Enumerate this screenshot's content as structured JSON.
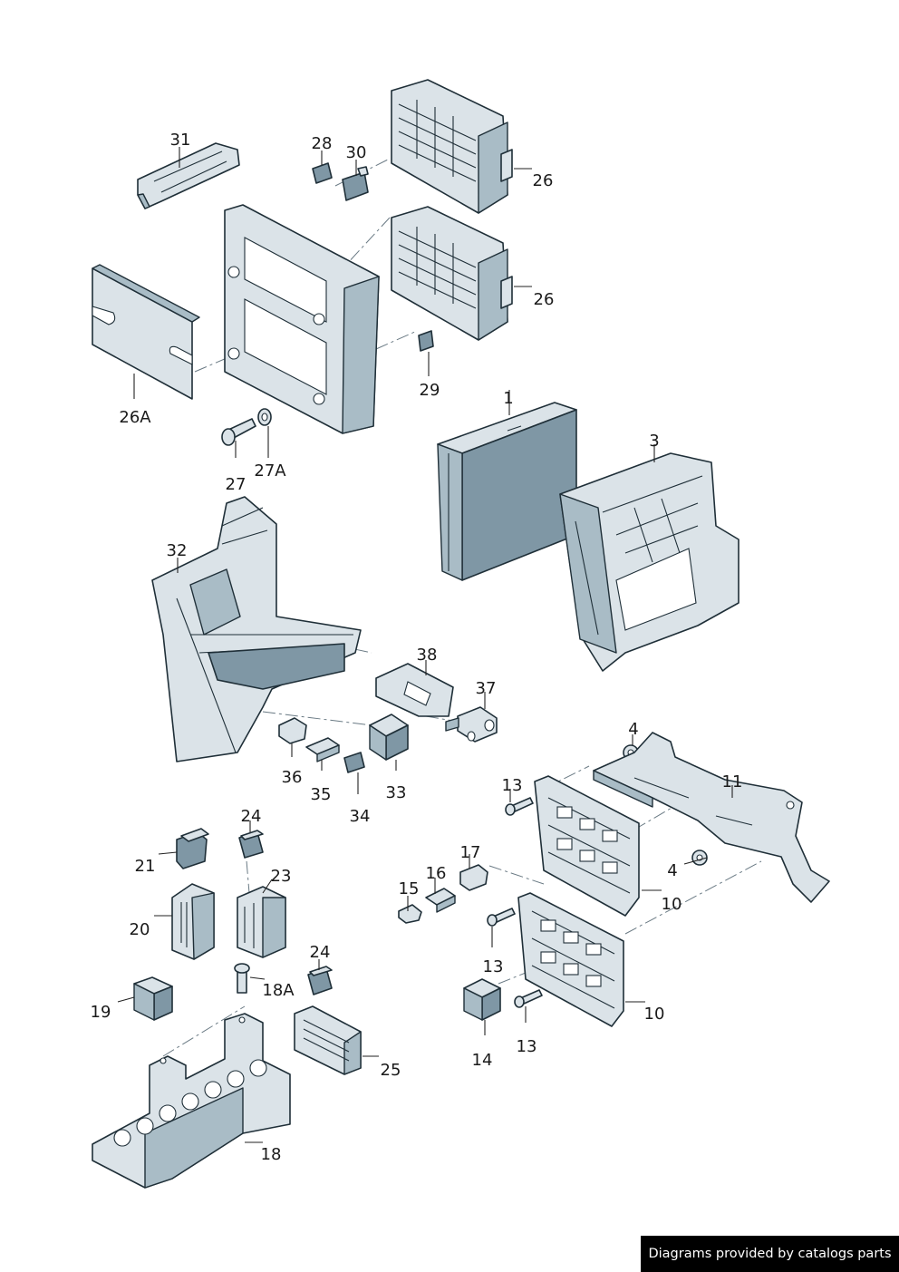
{
  "callouts": [
    {
      "id": "c31",
      "label": "31"
    },
    {
      "id": "c28",
      "label": "28"
    },
    {
      "id": "c30",
      "label": "30"
    },
    {
      "id": "c26a",
      "label": "26"
    },
    {
      "id": "c26b",
      "label": "26"
    },
    {
      "id": "c29",
      "label": "29"
    },
    {
      "id": "c26A",
      "label": "26A"
    },
    {
      "id": "c27",
      "label": "27"
    },
    {
      "id": "c27A",
      "label": "27A"
    },
    {
      "id": "c1",
      "label": "1"
    },
    {
      "id": "c3",
      "label": "3"
    },
    {
      "id": "c32",
      "label": "32"
    },
    {
      "id": "c38",
      "label": "38"
    },
    {
      "id": "c37",
      "label": "37"
    },
    {
      "id": "c36",
      "label": "36"
    },
    {
      "id": "c35",
      "label": "35"
    },
    {
      "id": "c34",
      "label": "34"
    },
    {
      "id": "c33",
      "label": "33"
    },
    {
      "id": "c4a",
      "label": "4"
    },
    {
      "id": "c11",
      "label": "11"
    },
    {
      "id": "c13a",
      "label": "13"
    },
    {
      "id": "c4b",
      "label": "4"
    },
    {
      "id": "c10a",
      "label": "10"
    },
    {
      "id": "c17",
      "label": "17"
    },
    {
      "id": "c16",
      "label": "16"
    },
    {
      "id": "c15",
      "label": "15"
    },
    {
      "id": "c13b",
      "label": "13"
    },
    {
      "id": "c10b",
      "label": "10"
    },
    {
      "id": "c14",
      "label": "14"
    },
    {
      "id": "c13c",
      "label": "13"
    },
    {
      "id": "c24a",
      "label": "24"
    },
    {
      "id": "c21",
      "label": "21"
    },
    {
      "id": "c23",
      "label": "23"
    },
    {
      "id": "c20",
      "label": "20"
    },
    {
      "id": "c24b",
      "label": "24"
    },
    {
      "id": "c18A",
      "label": "18A"
    },
    {
      "id": "c19",
      "label": "19"
    },
    {
      "id": "c25",
      "label": "25"
    },
    {
      "id": "c18",
      "label": "18"
    }
  ],
  "credit": "Diagrams provided by catalogs parts"
}
